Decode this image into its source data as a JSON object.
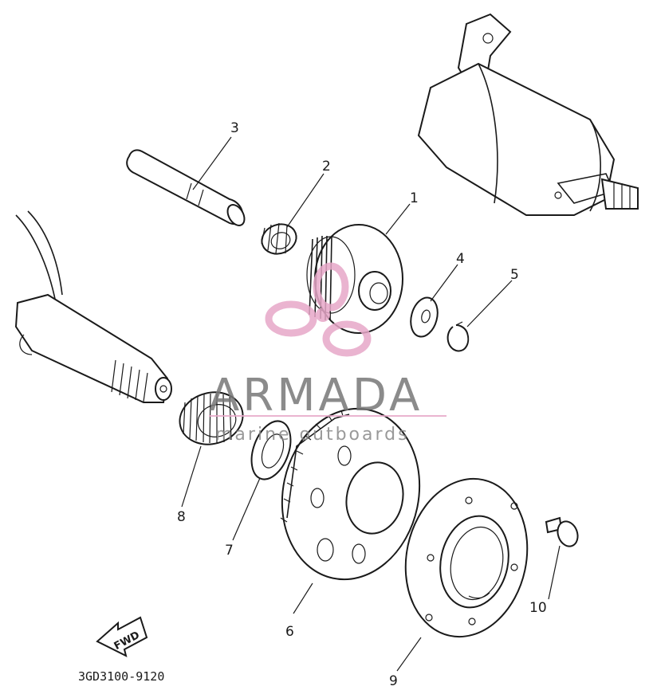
{
  "diagram": {
    "callouts": [
      {
        "id": "1",
        "text": "1"
      },
      {
        "id": "2",
        "text": "2"
      },
      {
        "id": "3",
        "text": "3"
      },
      {
        "id": "4",
        "text": "4"
      },
      {
        "id": "5",
        "text": "5"
      },
      {
        "id": "6",
        "text": "6"
      },
      {
        "id": "7",
        "text": "7"
      },
      {
        "id": "8",
        "text": "8"
      },
      {
        "id": "9",
        "text": "9"
      },
      {
        "id": "10",
        "text": "10"
      }
    ],
    "direction_arrow": "FWD",
    "drawing_code": "3GD3100-9120"
  },
  "watermark": {
    "brand": "ARMADA",
    "subtitle": "marine outboards",
    "logo_color": "#e7a7c8",
    "rule_color": "#e7a7c8"
  }
}
